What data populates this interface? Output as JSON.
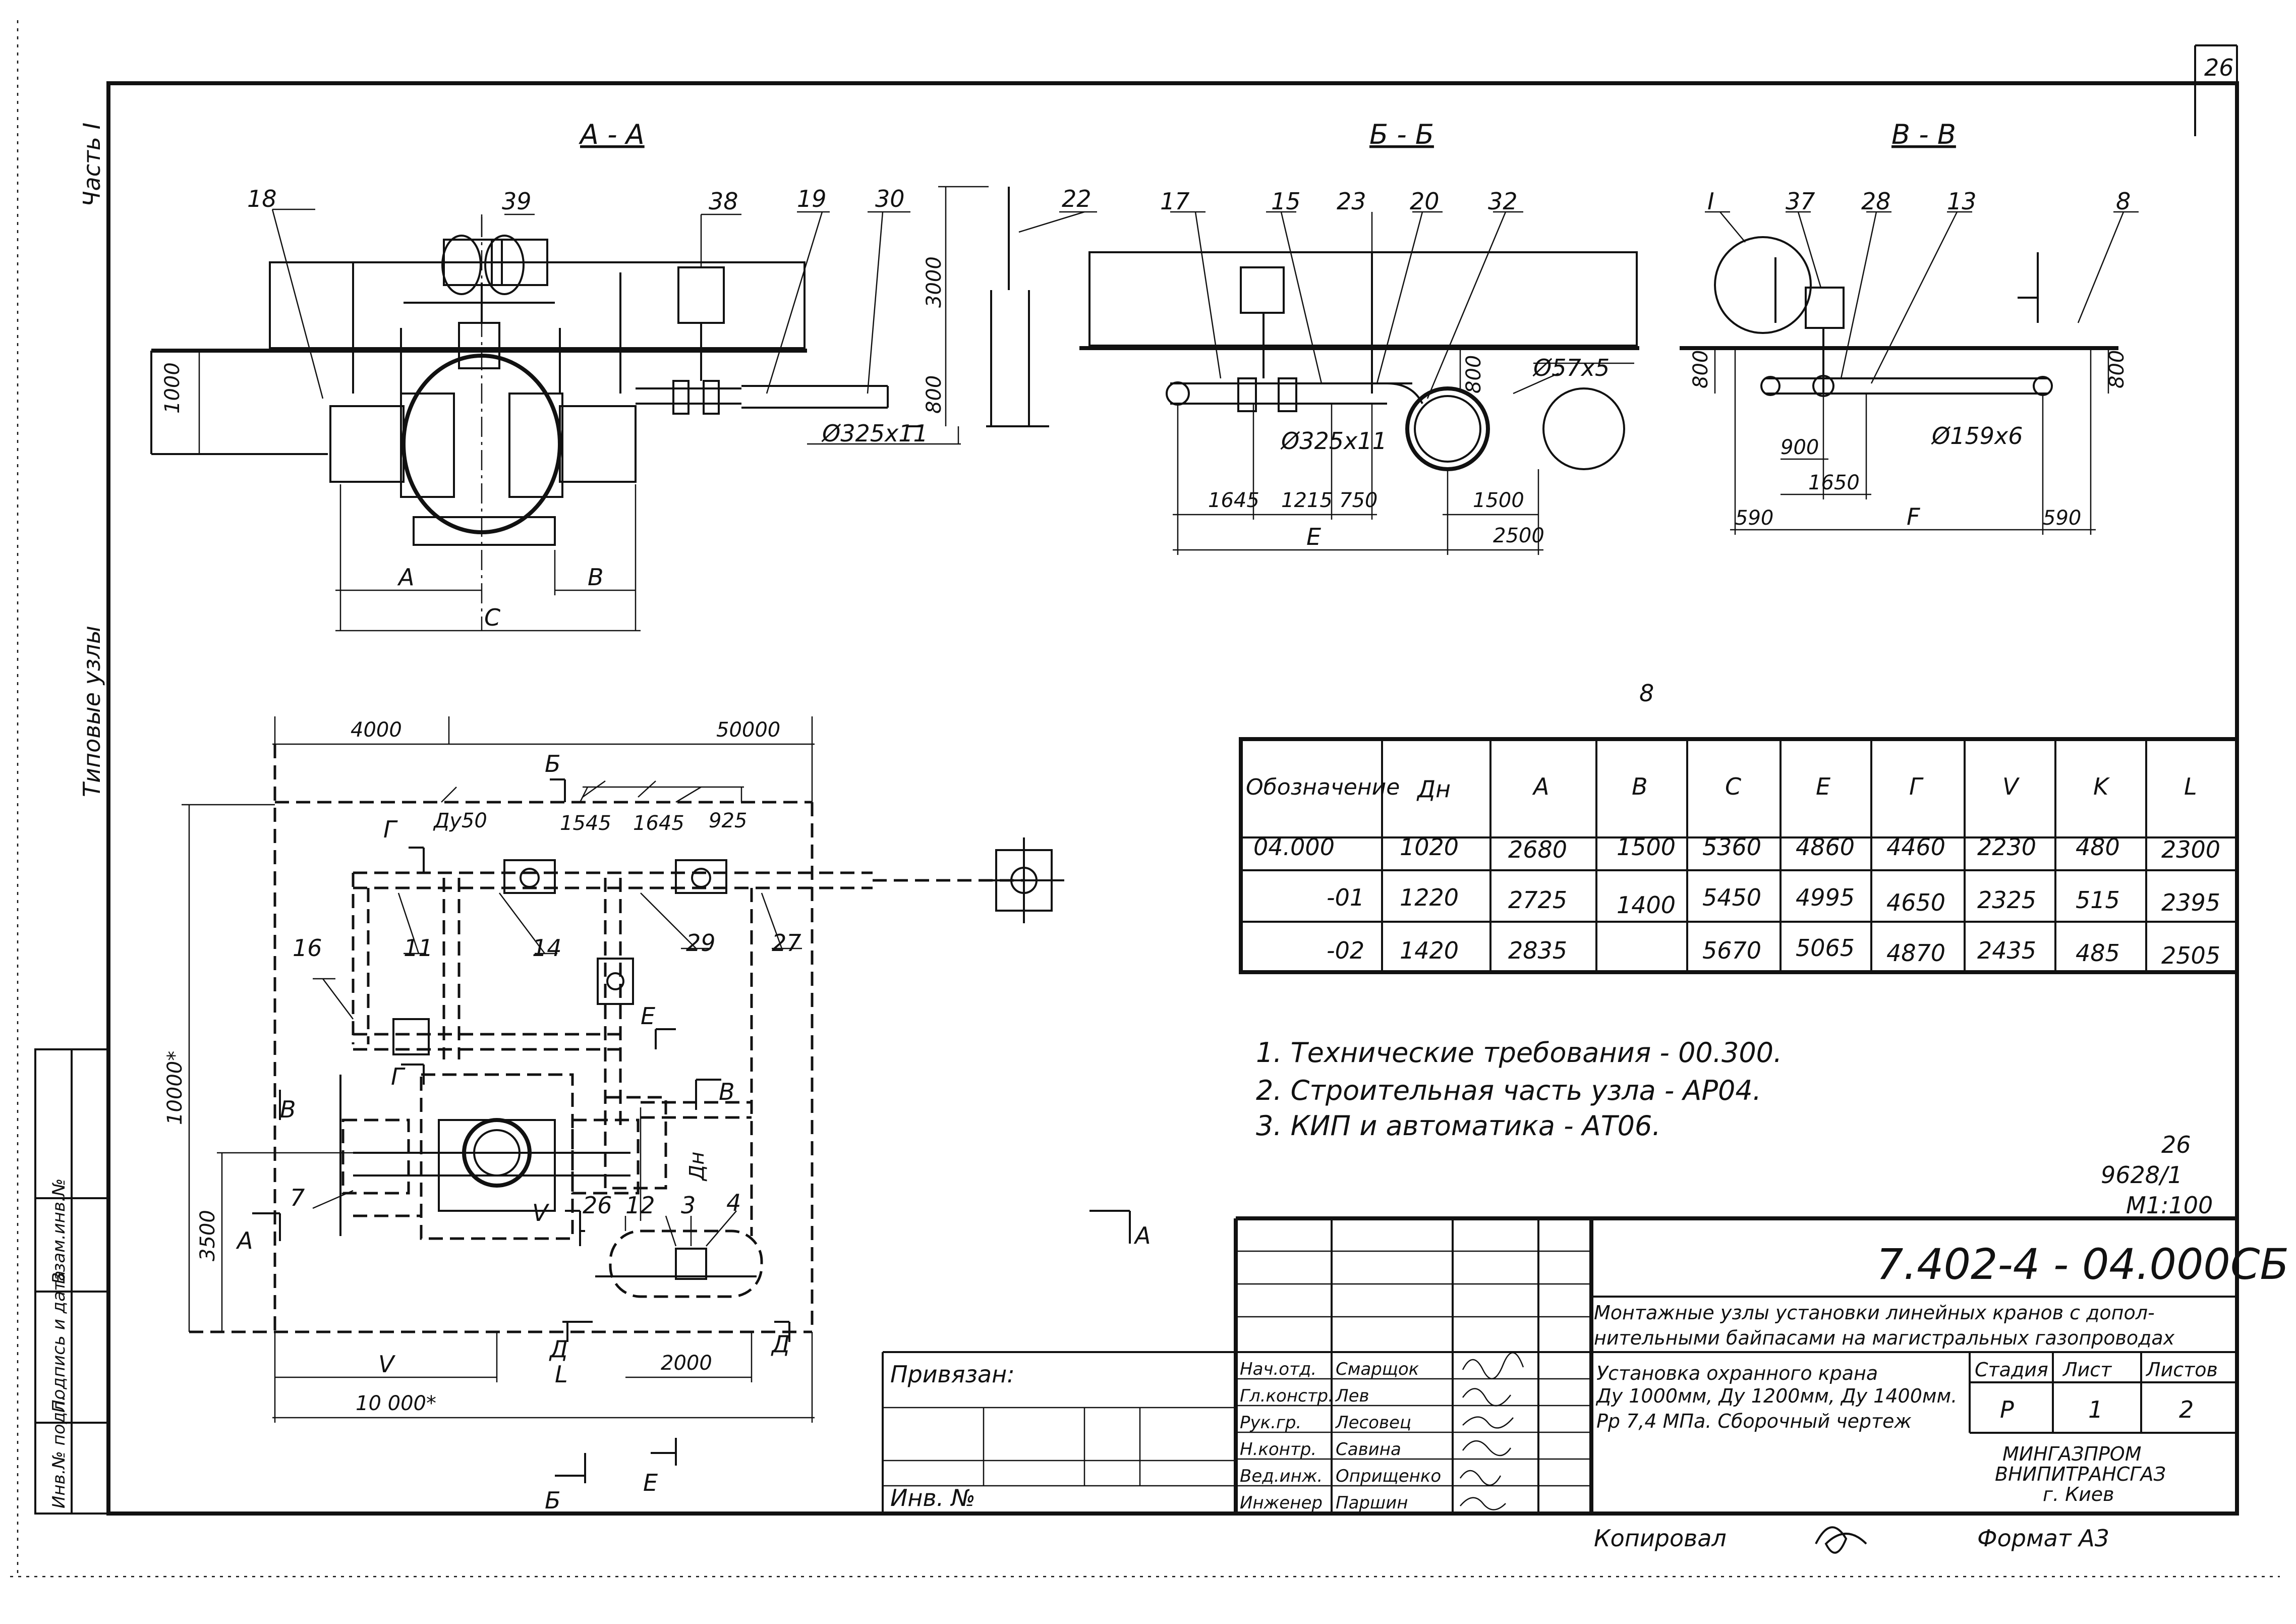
{
  "sheet": {
    "page_number": "26",
    "side_labels": {
      "part": "Часть I",
      "series": "Типовые узлы"
    },
    "left_strip": [
      "Инв.№ подл.",
      "Подпись и дата",
      "Взам.инв.№"
    ],
    "mark_8": "8"
  },
  "section_aa": {
    "title": "А - А",
    "callouts": [
      "18",
      "39",
      "38",
      "19",
      "30",
      "22"
    ],
    "dims": {
      "h1000": "1000",
      "h3000": "3000",
      "h800": "800",
      "pipe": "Ø325x11",
      "a": "A",
      "b": "B",
      "c": "C"
    }
  },
  "section_bb": {
    "title": "Б - Б",
    "callouts": [
      "17",
      "15",
      "23",
      "20",
      "32"
    ],
    "dims": {
      "h800": "800",
      "pipe": "Ø325x11",
      "pipe2": "Ø57x5",
      "d1645": "1645",
      "d1215": "1215",
      "d750": "750",
      "d1500": "1500",
      "d2500": "2500",
      "e": "E"
    }
  },
  "section_vv": {
    "title": "В - В",
    "callouts": [
      "I",
      "37",
      "28",
      "13",
      "8"
    ],
    "dims": {
      "h800a": "800",
      "h800b": "800",
      "pipe": "Ø159x6",
      "d900": "900",
      "d1650": "1650",
      "d590a": "590",
      "d590b": "590",
      "f": "F"
    }
  },
  "plan": {
    "dims": {
      "d4000": "4000",
      "d50000": "50000",
      "d10000v": "10000*",
      "d3500": "3500",
      "d10000h": "10 000*",
      "d2000": "2000",
      "v": "V",
      "l": "L",
      "dy50": "Ду50",
      "d1545": "1545",
      "d1645": "1645",
      "d925": "925",
      "dn": "Дн"
    },
    "callouts": [
      "16",
      "11",
      "14",
      "29",
      "27",
      "7",
      "26",
      "12",
      "3",
      "4"
    ],
    "section_marks": {
      "b_top": "Б",
      "b_bot": "Б",
      "g1": "Г",
      "g2": "Г",
      "v1": "В",
      "v2": "В",
      "e1": "Е",
      "e2": "Е",
      "a1": "А",
      "a2": "А",
      "d1": "Д",
      "d2": "Д",
      "vv": "V"
    }
  },
  "param_table": {
    "headers": [
      "Обозначение",
      "Дн",
      "A",
      "B",
      "C",
      "E",
      "Г",
      "V",
      "K",
      "L"
    ],
    "rows": [
      [
        "04.000",
        "1020",
        "2680",
        "1500",
        "5360",
        "4860",
        "4460",
        "2230",
        "480",
        "2300"
      ],
      [
        "-01",
        "1220",
        "2725",
        "1400",
        "5450",
        "4995",
        "4650",
        "2325",
        "515",
        "2395"
      ],
      [
        "-02",
        "1420",
        "2835",
        "",
        "5670",
        "5065",
        "4870",
        "2435",
        "485",
        "2505"
      ]
    ]
  },
  "notes": [
    "1. Технические требования - 00.300.",
    "2. Строительная часть узла - АР04.",
    "3. КИП и автоматика - АТ06."
  ],
  "registration": {
    "num": "26",
    "code": "9628/1",
    "scale": "М1:100"
  },
  "title_block": {
    "doc_code": "7.402-4 - 04.000СБ",
    "title_l1": "Монтажные узлы установки линейных кранов с допол-",
    "title_l2": "нительными байпасами на магистральных газопроводах",
    "sub_l1": "Установка охранного крана",
    "sub_l2": "Ду 1000мм, Ду 1200мм, Ду 1400мм.",
    "sub_l3": "Рр 7,4 МПа. Сборочный чертеж",
    "stage_label": "Стадия",
    "sheet_label": "Лист",
    "sheets_label": "Листов",
    "stage": "Р",
    "sheet": "1",
    "sheets": "2",
    "org_l1": "МИНГАЗПРОМ",
    "org_l2": "ВНИПИТРАНСГАЗ",
    "org_l3": "г. Киев",
    "roles": [
      "Нач.отд.",
      "Гл.констр.",
      "Рук.гр.",
      "Н.контр.",
      "Вед.инж.",
      "Инженер"
    ],
    "names": [
      "Смарщок",
      "Лев",
      "Лесовец",
      "Савина",
      "Оприщенко",
      "Паршин"
    ],
    "privyazan": "Привязан:",
    "inv_no": "Инв. №"
  },
  "footer": {
    "copied": "Копировал",
    "format": "Формат А3"
  }
}
